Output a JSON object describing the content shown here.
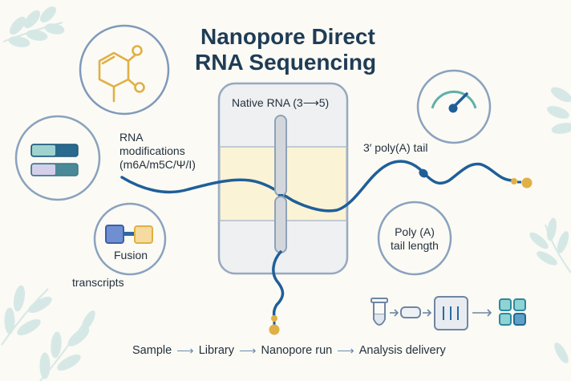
{
  "title": {
    "line1": "Nanopore Direct",
    "line2": "RNA Sequencing"
  },
  "pore": {
    "label": "Native RNA (3⟶5)"
  },
  "labels": {
    "rna_modifications": [
      "RNA",
      "modifications",
      "(m6A/m5C/Ψ/I)"
    ],
    "fusion": "Fusion",
    "transcripts": "transcripts",
    "poly_a_tail": "3′ poly(A) tail",
    "poly_a_length": [
      "Poly (A)",
      "tail length"
    ]
  },
  "icons": {
    "top_left_circle": "chemical-structure-icon",
    "left_circle": "modification-bars-icon",
    "fusion_circle": "fusion-blocks-icon",
    "gauge_circle": "gauge-icon",
    "workflow": [
      "tube-icon",
      "library-capsule-icon",
      "flowcell-icon",
      "result-grid-icon"
    ]
  },
  "workflow": {
    "steps": [
      "Sample",
      "Library",
      "Nanopore run",
      "Analysis delivery"
    ],
    "arrow": "⟶"
  },
  "colors": {
    "background": "#fbfaf5",
    "rna_strand": "#1f5f99",
    "circle_outline": "#8aa2bd",
    "molecule": "#e0b044",
    "membrane": "#fbf3d6",
    "leaf": "#d6e8e6",
    "title": "#1f3c55"
  }
}
